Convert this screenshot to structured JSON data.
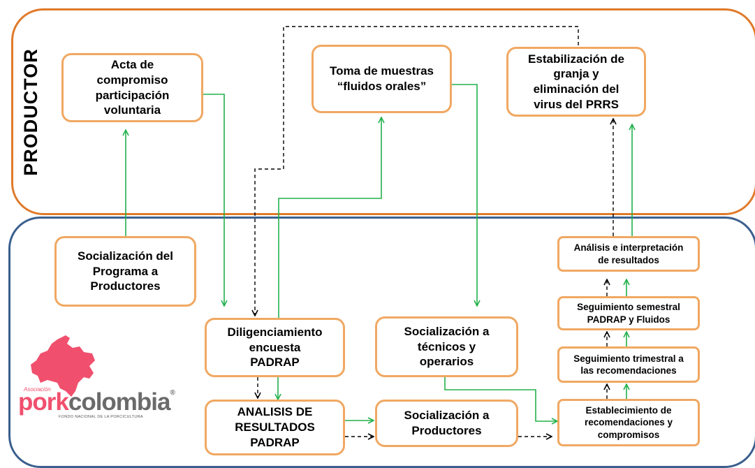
{
  "lanes": {
    "productor_label": "PRODUCTOR"
  },
  "boxes": {
    "acta": "Acta de\ncompromiso\nparticipación\nvoluntaria",
    "toma": "Toma de muestras\n“fluidos orales”",
    "estabilizacion": "Estabilización de\ngranja y\neliminación del\nvirus del PRRS",
    "socializacion_programa": "Socialización del\nPrograma a\nProductores",
    "diligenciamiento": "Diligenciamiento\nencuesta\nPADRAP",
    "analisis_padrap": "ANALISIS DE\nRESULTADOS\nPADRAP",
    "socializacion_tecnicos": "Socialización a\ntécnicos y\noperarios",
    "socializacion_productores": "Socialización a\nProductores",
    "analisis_interpretacion": "Análisis e interpretación\nde resultados",
    "seguimiento_semestral": "Seguimiento semestral\nPADRAP y Fluidos",
    "seguimiento_trimestral": "Seguimiento trimestral a\nlas recomendaciones",
    "establecimiento": "Establecimiento de\nrecomendaciones y\ncompromisos"
  },
  "logo": {
    "small": "Asociación",
    "pork": "pork",
    "colombia": "colombia",
    "registered": "®",
    "subtitle": "FONDO NACIONAL DE LA PORCICULTURA"
  },
  "colors": {
    "productor_lane": "#e07a2a",
    "bottom_lane": "#3a5f8e",
    "box_border": "#f0a862",
    "arrow_solid": "#22b14c",
    "arrow_dashed": "#000000",
    "logo_pink": "#f0506e",
    "logo_gray": "#6a6a6a"
  }
}
